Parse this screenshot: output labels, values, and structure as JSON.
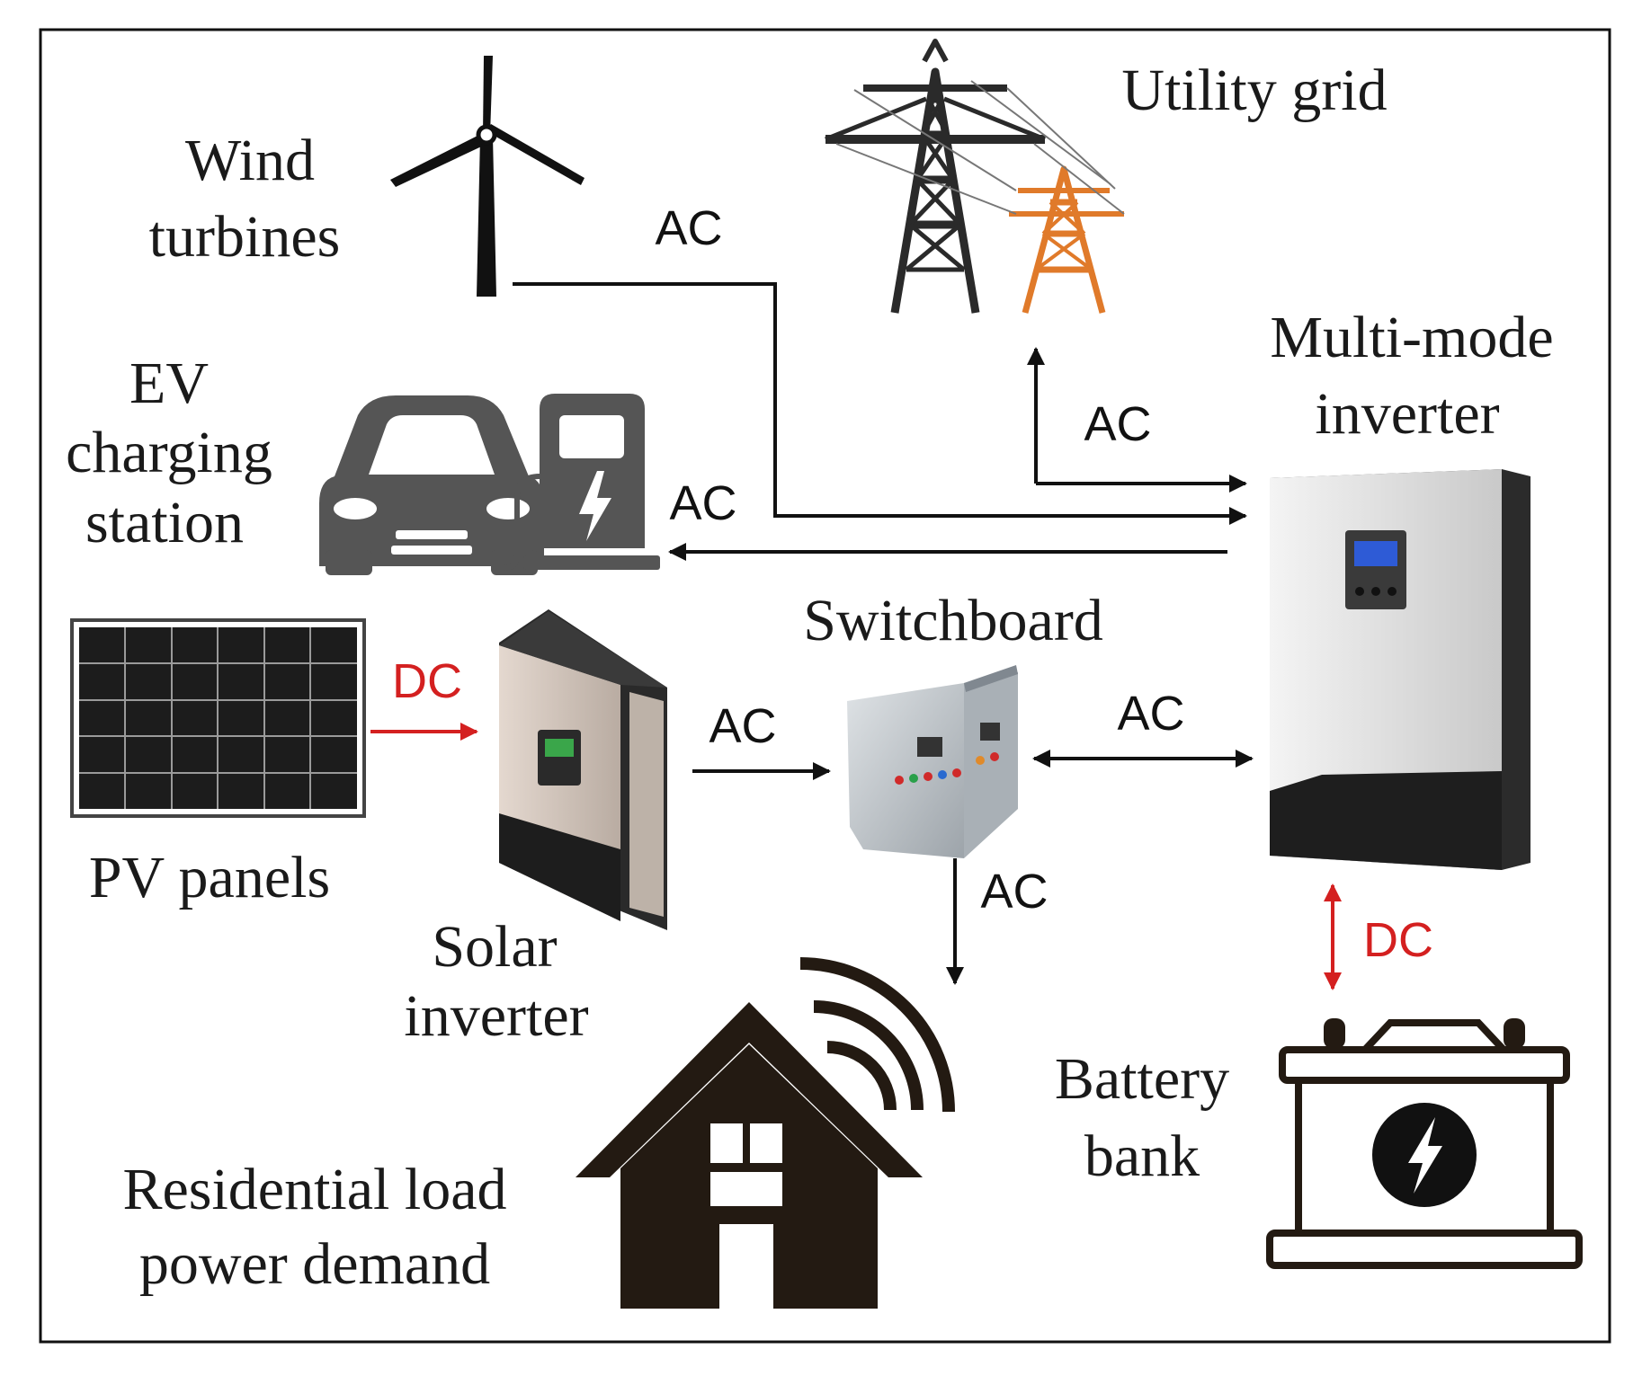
{
  "labels": {
    "wind_1": "Wind",
    "wind_2": "turbines",
    "grid": "Utility grid",
    "ev_1": "EV",
    "ev_2": "charging",
    "ev_3": "station",
    "inverter_1": "Multi-mode",
    "inverter_2": "inverter",
    "switchboard": "Switchboard",
    "pv": "PV panels",
    "solar_1": "Solar",
    "solar_2": "inverter",
    "load_1": "Residential load",
    "load_2": "power demand",
    "battery_1": "Battery",
    "battery_2": "bank"
  },
  "flows": {
    "wind_ac": "AC",
    "grid_ac": "AC",
    "ev_ac": "AC",
    "pv_dc": "DC",
    "solar_ac": "AC",
    "switch_ac": "AC",
    "load_ac": "AC",
    "battery_dc": "DC"
  },
  "colors": {
    "ac_line": "#111111",
    "dc_line": "#d42020",
    "icon_dark": "#231a12",
    "tower_orange": "#e07a2a"
  },
  "icons": [
    "wind-turbine-icon",
    "transmission-tower-icon",
    "car-icon",
    "charging-pump-icon",
    "solar-panel-icon",
    "solar-inverter-icon",
    "switchboard-icon",
    "multimode-inverter-icon",
    "house-icon",
    "battery-icon"
  ]
}
